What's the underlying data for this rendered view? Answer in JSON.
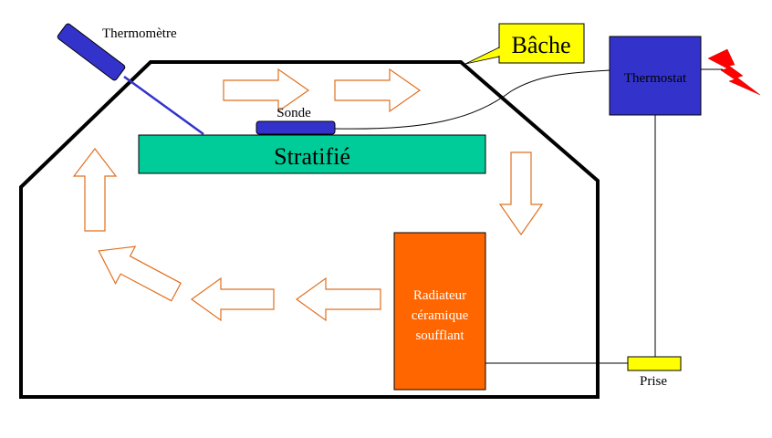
{
  "labels": {
    "thermometer": "Thermomètre",
    "tarp": "Bâche",
    "probe": "Sonde",
    "laminate": "Stratifié",
    "thermostat": "Thermostat",
    "heater_line1": "Radiateur",
    "heater_line2": "céramique",
    "heater_line3": "soufflant",
    "outlet": "Prise"
  },
  "colors": {
    "laminate": "#00cc99",
    "probe": "#3333cc",
    "thermostat": "#3333cc",
    "heater": "#ff6600",
    "callout": "#ffff00",
    "outlet": "#ffff00",
    "lightning": "#ff0000",
    "airflow": "#e07020"
  }
}
